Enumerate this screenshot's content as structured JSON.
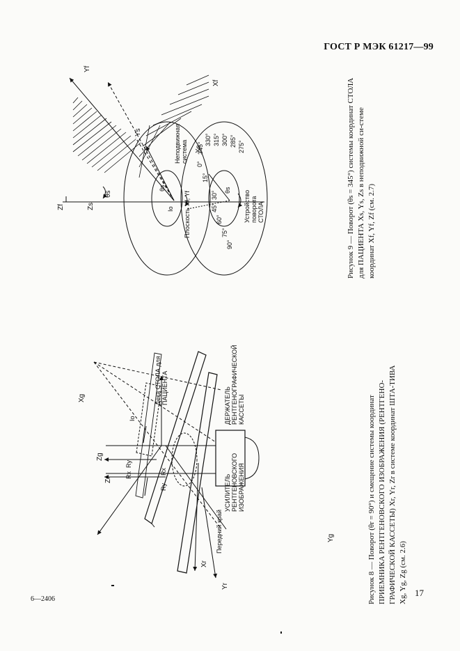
{
  "header": {
    "standard": "ГОСТ Р МЭК 61217—99"
  },
  "footer": {
    "page_number": "17",
    "print_code": "6—2406"
  },
  "figure8": {
    "caption": "Рисунок 8 — Поворот (θr = 90°) и смещение системы координат ПРИЕМНИКА РЕНТГЕНОВСКОГО ИЗОБРАЖЕНИЯ (РЕНТГЕНО-ГРАФИЧЕСКОЙ КАССЕТЫ) Xr, Yr, Zr в системе координат ШТА-ТИВА Xg, Yg, Zg (см. 2.6)",
    "labels": {
      "table_deck": "Дека СТОЛА для ПАЦИЕНТА",
      "cassette_holder": "ДЕРЖАТЕЛЬ РЕНТГЕНОГРАФИЧЕСКОЙ КАССЕТЫ",
      "intensifier": "УСИЛИТЕЛЬ РЕНТГЕНОВСКОГО ИЗОБРАЖЕНИЯ",
      "front_edge": "Передний край",
      "yg": "Yg",
      "zg": "Zg",
      "xg": "Xg",
      "zr": "Zr",
      "xr": "Xr",
      "yr": "Yr",
      "ry1": "Ry",
      "rx1": "Rx",
      "ry2": "Ry",
      "rx2": "Rx",
      "io": "Io"
    }
  },
  "figure9": {
    "caption": "Рисунок 9 — Поворот (θs = 345°) системы координат СТОЛА для ПАЦИЕНТА Xs, Ys, Zs в неподвижной си-стеме координат Xf, Yf, Zf (см. 2.7)",
    "labels": {
      "fixed_plane": "Плоскость Xf, Yf",
      "fixed_system": "Неподвижная система",
      "rotation_device": "Устройство поворота СТОЛА",
      "zf": "Zf",
      "zs": "Zs",
      "theta_s": "θs",
      "yf": "Yf",
      "xf": "Xf",
      "ys": "Ys",
      "xs": "Xs",
      "io": "Io",
      "theta_s_top": "θs",
      "theta_s_bottom": "θs"
    },
    "angles": [
      "90°",
      "75°",
      "60°",
      "45°",
      "30°",
      "15°",
      "0°",
      "345°",
      "330°",
      "315°",
      "300°",
      "285°",
      "275°"
    ]
  }
}
